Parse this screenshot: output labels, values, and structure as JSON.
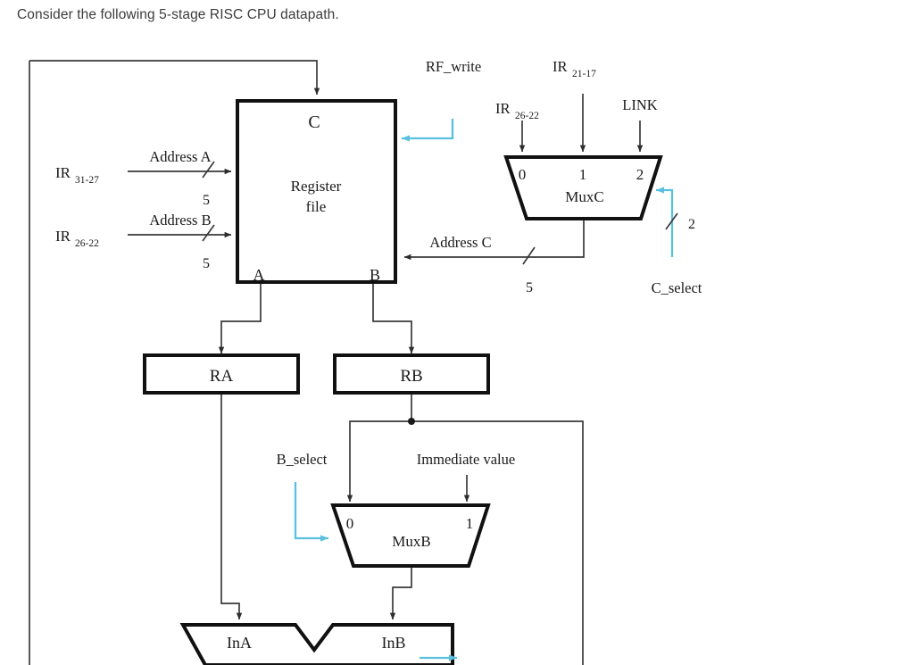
{
  "prompt": {
    "text": "Consider the following 5-stage RISC CPU datapath."
  },
  "diagram": {
    "title": "5-stage RISC CPU datapath",
    "colors": {
      "wire": "#3a3a3a",
      "block_outline": "#111111",
      "control": "#5BC0DE",
      "text": "#1a1a1a"
    },
    "register_file": {
      "name": "Register file",
      "line1": "Register",
      "line2": "file",
      "port_c": "C",
      "port_a": "A",
      "port_b": "B"
    },
    "inputs": {
      "ir_a_base": "IR",
      "ir_a_sub": "31-27",
      "ir_b_base": "IR",
      "ir_b_sub": "26-22",
      "address_a": "Address A",
      "address_b": "Address B",
      "address_a_width": "5",
      "address_b_width": "5",
      "address_c": "Address C",
      "address_c_width": "5"
    },
    "muxc": {
      "name": "MuxC",
      "inputs": [
        "0",
        "1",
        "2"
      ],
      "sources": [
        {
          "base": "IR",
          "sub": "26-22"
        },
        {
          "base": "IR",
          "sub": "21-17"
        },
        {
          "base": "LINK",
          "sub": ""
        }
      ],
      "select_label": "C_select",
      "select_width": "2"
    },
    "muxb": {
      "name": "MuxB",
      "inputs": [
        "0",
        "1"
      ],
      "immediate_label": "Immediate value",
      "select_label": "B_select"
    },
    "pipeline_registers": [
      {
        "label": "RA"
      },
      {
        "label": "RB"
      }
    ],
    "alu": {
      "in_a": "InA",
      "in_b": "InB"
    },
    "control_signals": {
      "rf_write": "RF_write"
    }
  }
}
